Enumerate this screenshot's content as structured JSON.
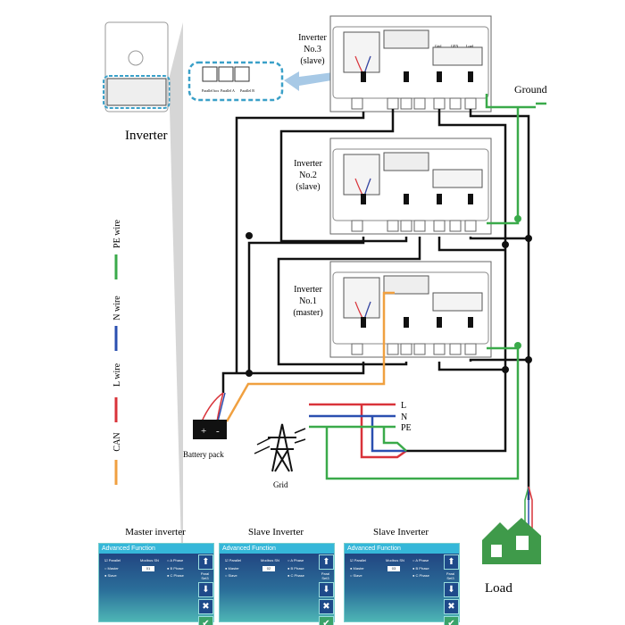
{
  "inverters": [
    {
      "name": "Inverter",
      "number": "No.3",
      "role": "(slave)"
    },
    {
      "name": "Inverter",
      "number": "No.2",
      "role": "(slave)"
    },
    {
      "name": "Inverter",
      "number": "No.1",
      "role": "(master)"
    }
  ],
  "inverter_label": "Inverter",
  "port_labels": [
    "Parallel box",
    "Parallel A",
    "Parallel B"
  ],
  "terminal_labels": [
    "Grid",
    "GEN",
    "Load"
  ],
  "ground_label": "Ground",
  "legend": [
    {
      "label": "PE wire",
      "color": "#3aaa4a"
    },
    {
      "label": "N wire",
      "color": "#2a4fb0"
    },
    {
      "label": "L wire",
      "color": "#d9333a"
    },
    {
      "label": "CAN",
      "color": "#f0a040"
    }
  ],
  "battery": {
    "label": "Battery pack",
    "plus": "+",
    "minus": "-"
  },
  "grid": {
    "label": "Grid",
    "lines": [
      "L",
      "N",
      "PE"
    ]
  },
  "load_label": "Load",
  "screens": [
    {
      "title": "Master inverter",
      "sn": "01"
    },
    {
      "title": "Slave Inverter",
      "sn": "02"
    },
    {
      "title": "Slave Inverter",
      "sn": "03"
    }
  ],
  "screen_common": {
    "header": "Advanced Function",
    "parallel": "Parallel",
    "master": "Master",
    "slave": "Slave",
    "modbus": "Modbus SN",
    "phases": [
      "A Phase",
      "B Phase",
      "C Phase"
    ],
    "paral": "Paral Set3"
  },
  "colors": {
    "black": "#111111",
    "green": "#3aaa4a",
    "blue": "#2a4fb0",
    "red": "#d9333a",
    "orange": "#f0a040",
    "house": "#3f9a4a",
    "screen_header": "#35b7d9"
  }
}
